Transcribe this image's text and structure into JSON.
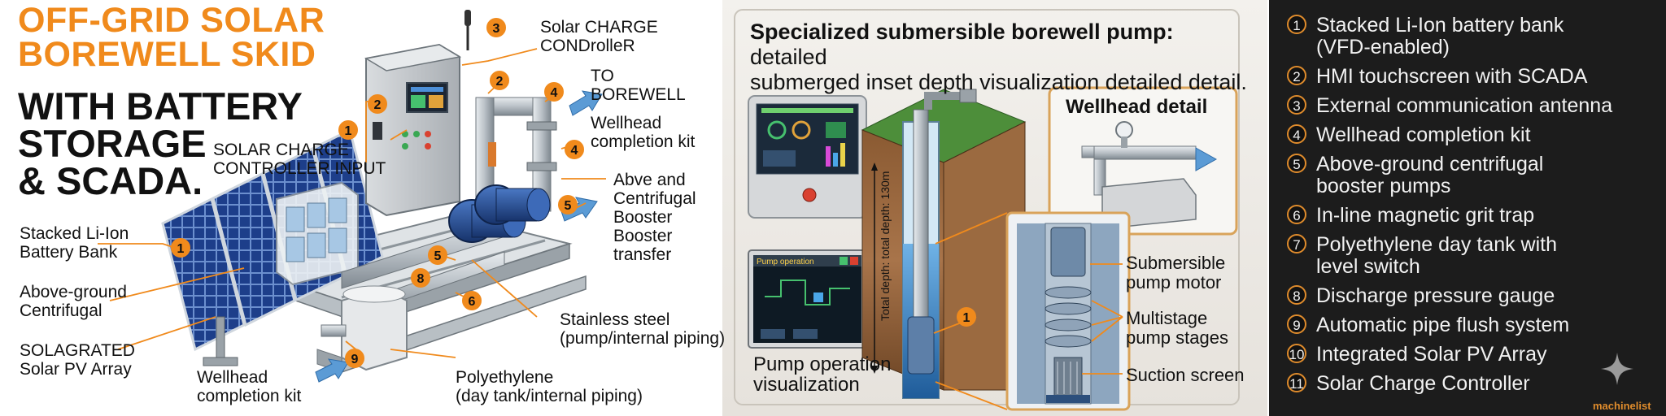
{
  "left_panel": {
    "title_orange": [
      "OFF-GRID SOLAR",
      "BOREWELL SKID"
    ],
    "title_black": [
      "WITH BATTERY",
      "STORAGE",
      "& SCADA."
    ],
    "callouts": {
      "solar_charge_controller": [
        "Solar CHARGE",
        "CONDrolleR"
      ],
      "to_borewell": [
        "TO",
        "BOREWELL"
      ],
      "wellhead_kit_top": [
        "Wellhead",
        "completion kit"
      ],
      "solar_charge_input": [
        "SOLAR CHARGE",
        "CONTROLLER INPUT"
      ],
      "above_centrifugal_right": [
        "Abve and",
        "Centrifugal",
        "Booster",
        "Booster",
        "transfer"
      ],
      "battery_bank": [
        "Stacked Li-Ion",
        "Battery Bank"
      ],
      "above_ground_centrifugal": [
        "Above-ground",
        "Centrifugal"
      ],
      "solagrated": [
        "SOLAGRATED",
        "Solar PV Array"
      ],
      "stainless": [
        "Stainless steel",
        "(pump/internal piping)"
      ],
      "wellhead_kit_bottom": [
        "Wellhead",
        "completion kit"
      ],
      "polyethylene": [
        "Polyethylene",
        "(day tank/internal piping)"
      ]
    },
    "markers": [
      "1",
      "2",
      "3",
      "4",
      "5",
      "6",
      "8",
      "9"
    ]
  },
  "middle_panel": {
    "title_bold": "Specialized submersible borewell pump:",
    "title_rest": " detailed",
    "title_line2": "submerged inset depth visualization detailed detail.",
    "wellhead_detail": "Wellhead detail",
    "depth_label": "Total depth: total depth: 130m",
    "hmi_title": "Pump operation",
    "pump_op_visualization": [
      "Pump operation",
      "visualization"
    ],
    "callouts": {
      "motor": [
        "Submersible",
        "pump motor"
      ],
      "stages": [
        "Multistage",
        "pump stages"
      ],
      "suction": [
        "Suction screen"
      ]
    },
    "marker": "1"
  },
  "legend": {
    "items": [
      {
        "num": "1",
        "lines": [
          "Stacked Li-Ion battery bank",
          "(VFD-enabled)"
        ]
      },
      {
        "num": "2",
        "lines": [
          "HMI touchscreen with SCADA"
        ]
      },
      {
        "num": "3",
        "lines": [
          "External communication antenna"
        ]
      },
      {
        "num": "4",
        "lines": [
          "Wellhead completion kit"
        ]
      },
      {
        "num": "5",
        "lines": [
          "Above-ground centrifugal",
          "booster pumps"
        ]
      },
      {
        "num": "6",
        "lines": [
          "In-line magnetic grit trap"
        ]
      },
      {
        "num": "7",
        "lines": [
          "Polyethylene day tank with",
          "level switch"
        ]
      },
      {
        "num": "8",
        "lines": [
          "Discharge pressure gauge"
        ]
      },
      {
        "num": "9",
        "lines": [
          "Automatic pipe flush system"
        ]
      },
      {
        "num": "10",
        "lines": [
          "Integrated Solar PV Array"
        ]
      },
      {
        "num": "11",
        "lines": [
          "Solar Charge Controller"
        ]
      }
    ],
    "logo": "machinelist"
  },
  "colors": {
    "accent": "#f08a1c",
    "legend_bg": "#1c1c1c",
    "panel_blue": "#2b4f8c"
  }
}
